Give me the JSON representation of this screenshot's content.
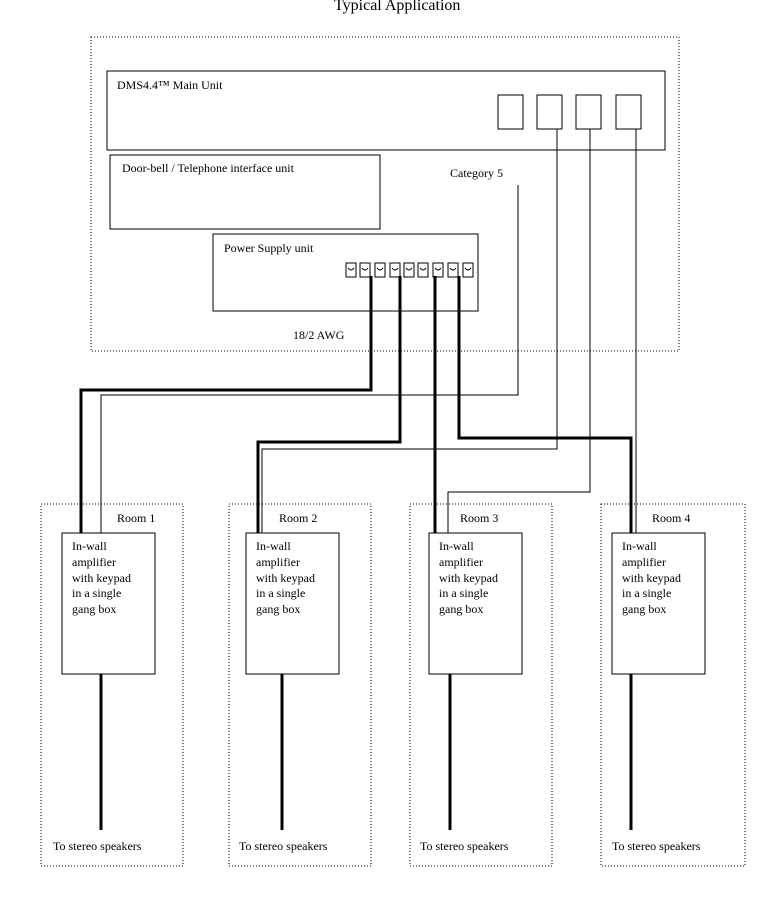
{
  "title": "Typical Application",
  "main_unit": {
    "label": "DMS4.4™ Main Unit"
  },
  "doorbell_unit": {
    "label": "Door-bell / Telephone interface unit"
  },
  "power_supply": {
    "label": "Power Supply unit"
  },
  "cable_labels": {
    "category5": "Category 5",
    "awg": "18/2 AWG"
  },
  "rooms": [
    {
      "name": "Room 1",
      "amplifier": "In-wall\namplifier\nwith keypad\nin a single\ngang box",
      "speakers": "To stereo speakers"
    },
    {
      "name": "Room 2",
      "amplifier": "In-wall\namplifier\nwith keypad\nin a single\ngang box",
      "speakers": "To stereo speakers"
    },
    {
      "name": "Room 3",
      "amplifier": "In-wall\namplifier\nwith keypad\nin a single\ngang box",
      "speakers": "To stereo speakers"
    },
    {
      "name": "Room 4",
      "amplifier": "In-wall\namplifier\nwith keypad\nin a single\ngang box",
      "speakers": "To stereo speakers"
    }
  ]
}
